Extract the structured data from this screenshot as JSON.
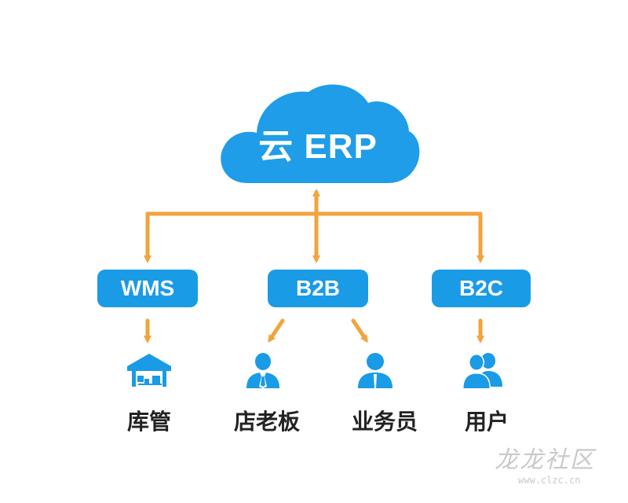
{
  "diagram": {
    "root": {
      "label": "云 ERP"
    },
    "nodes": [
      {
        "id": "wms",
        "label": "WMS"
      },
      {
        "id": "b2b",
        "label": "B2B"
      },
      {
        "id": "b2c",
        "label": "B2C"
      }
    ],
    "roles": [
      {
        "id": "warehouse",
        "label": "库管",
        "icon": "warehouse-icon"
      },
      {
        "id": "owner",
        "label": "店老板",
        "icon": "person-tie-icon"
      },
      {
        "id": "sales",
        "label": "业务员",
        "icon": "person-icon"
      },
      {
        "id": "user",
        "label": "用户",
        "icon": "users-icon"
      }
    ]
  },
  "colors": {
    "node_fill": "#1a9be6",
    "cloud_fill": "#1f9de8",
    "connector": "#f2a33c",
    "label_text": "#222222"
  },
  "watermark": {
    "text": "龙龙社区",
    "url": "www.clzc.cn"
  }
}
